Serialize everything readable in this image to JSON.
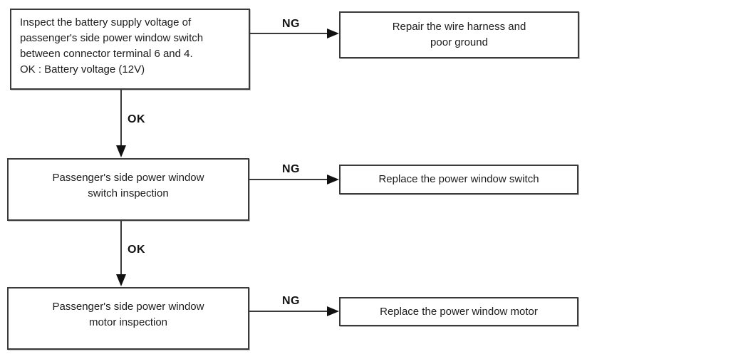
{
  "colors": {
    "background": "#ffffff",
    "box_border": "#3a3a3a",
    "line": "#3a3a3a",
    "text": "#1c1c1c"
  },
  "diagram_type": "troubleshooting-flowchart",
  "flow": {
    "steps": [
      {
        "lines": [
          "Inspect the battery supply voltage of",
          "passenger's side power window switch",
          "between connector terminal 6 and 4.",
          "OK : Battery voltage (12V)"
        ],
        "ok_label": "OK",
        "ng_label": "NG",
        "ng_result_lines": [
          "Repair the wire harness and",
          "poor ground"
        ]
      },
      {
        "lines": [
          "Passenger's side power window",
          "switch inspection"
        ],
        "ok_label": "OK",
        "ng_label": "NG",
        "ng_result_lines": [
          "Replace the power window switch"
        ]
      },
      {
        "lines": [
          "Passenger's side power window",
          "motor inspection"
        ],
        "ng_label": "NG",
        "ng_result_lines": [
          "Replace the power window motor"
        ]
      }
    ]
  }
}
